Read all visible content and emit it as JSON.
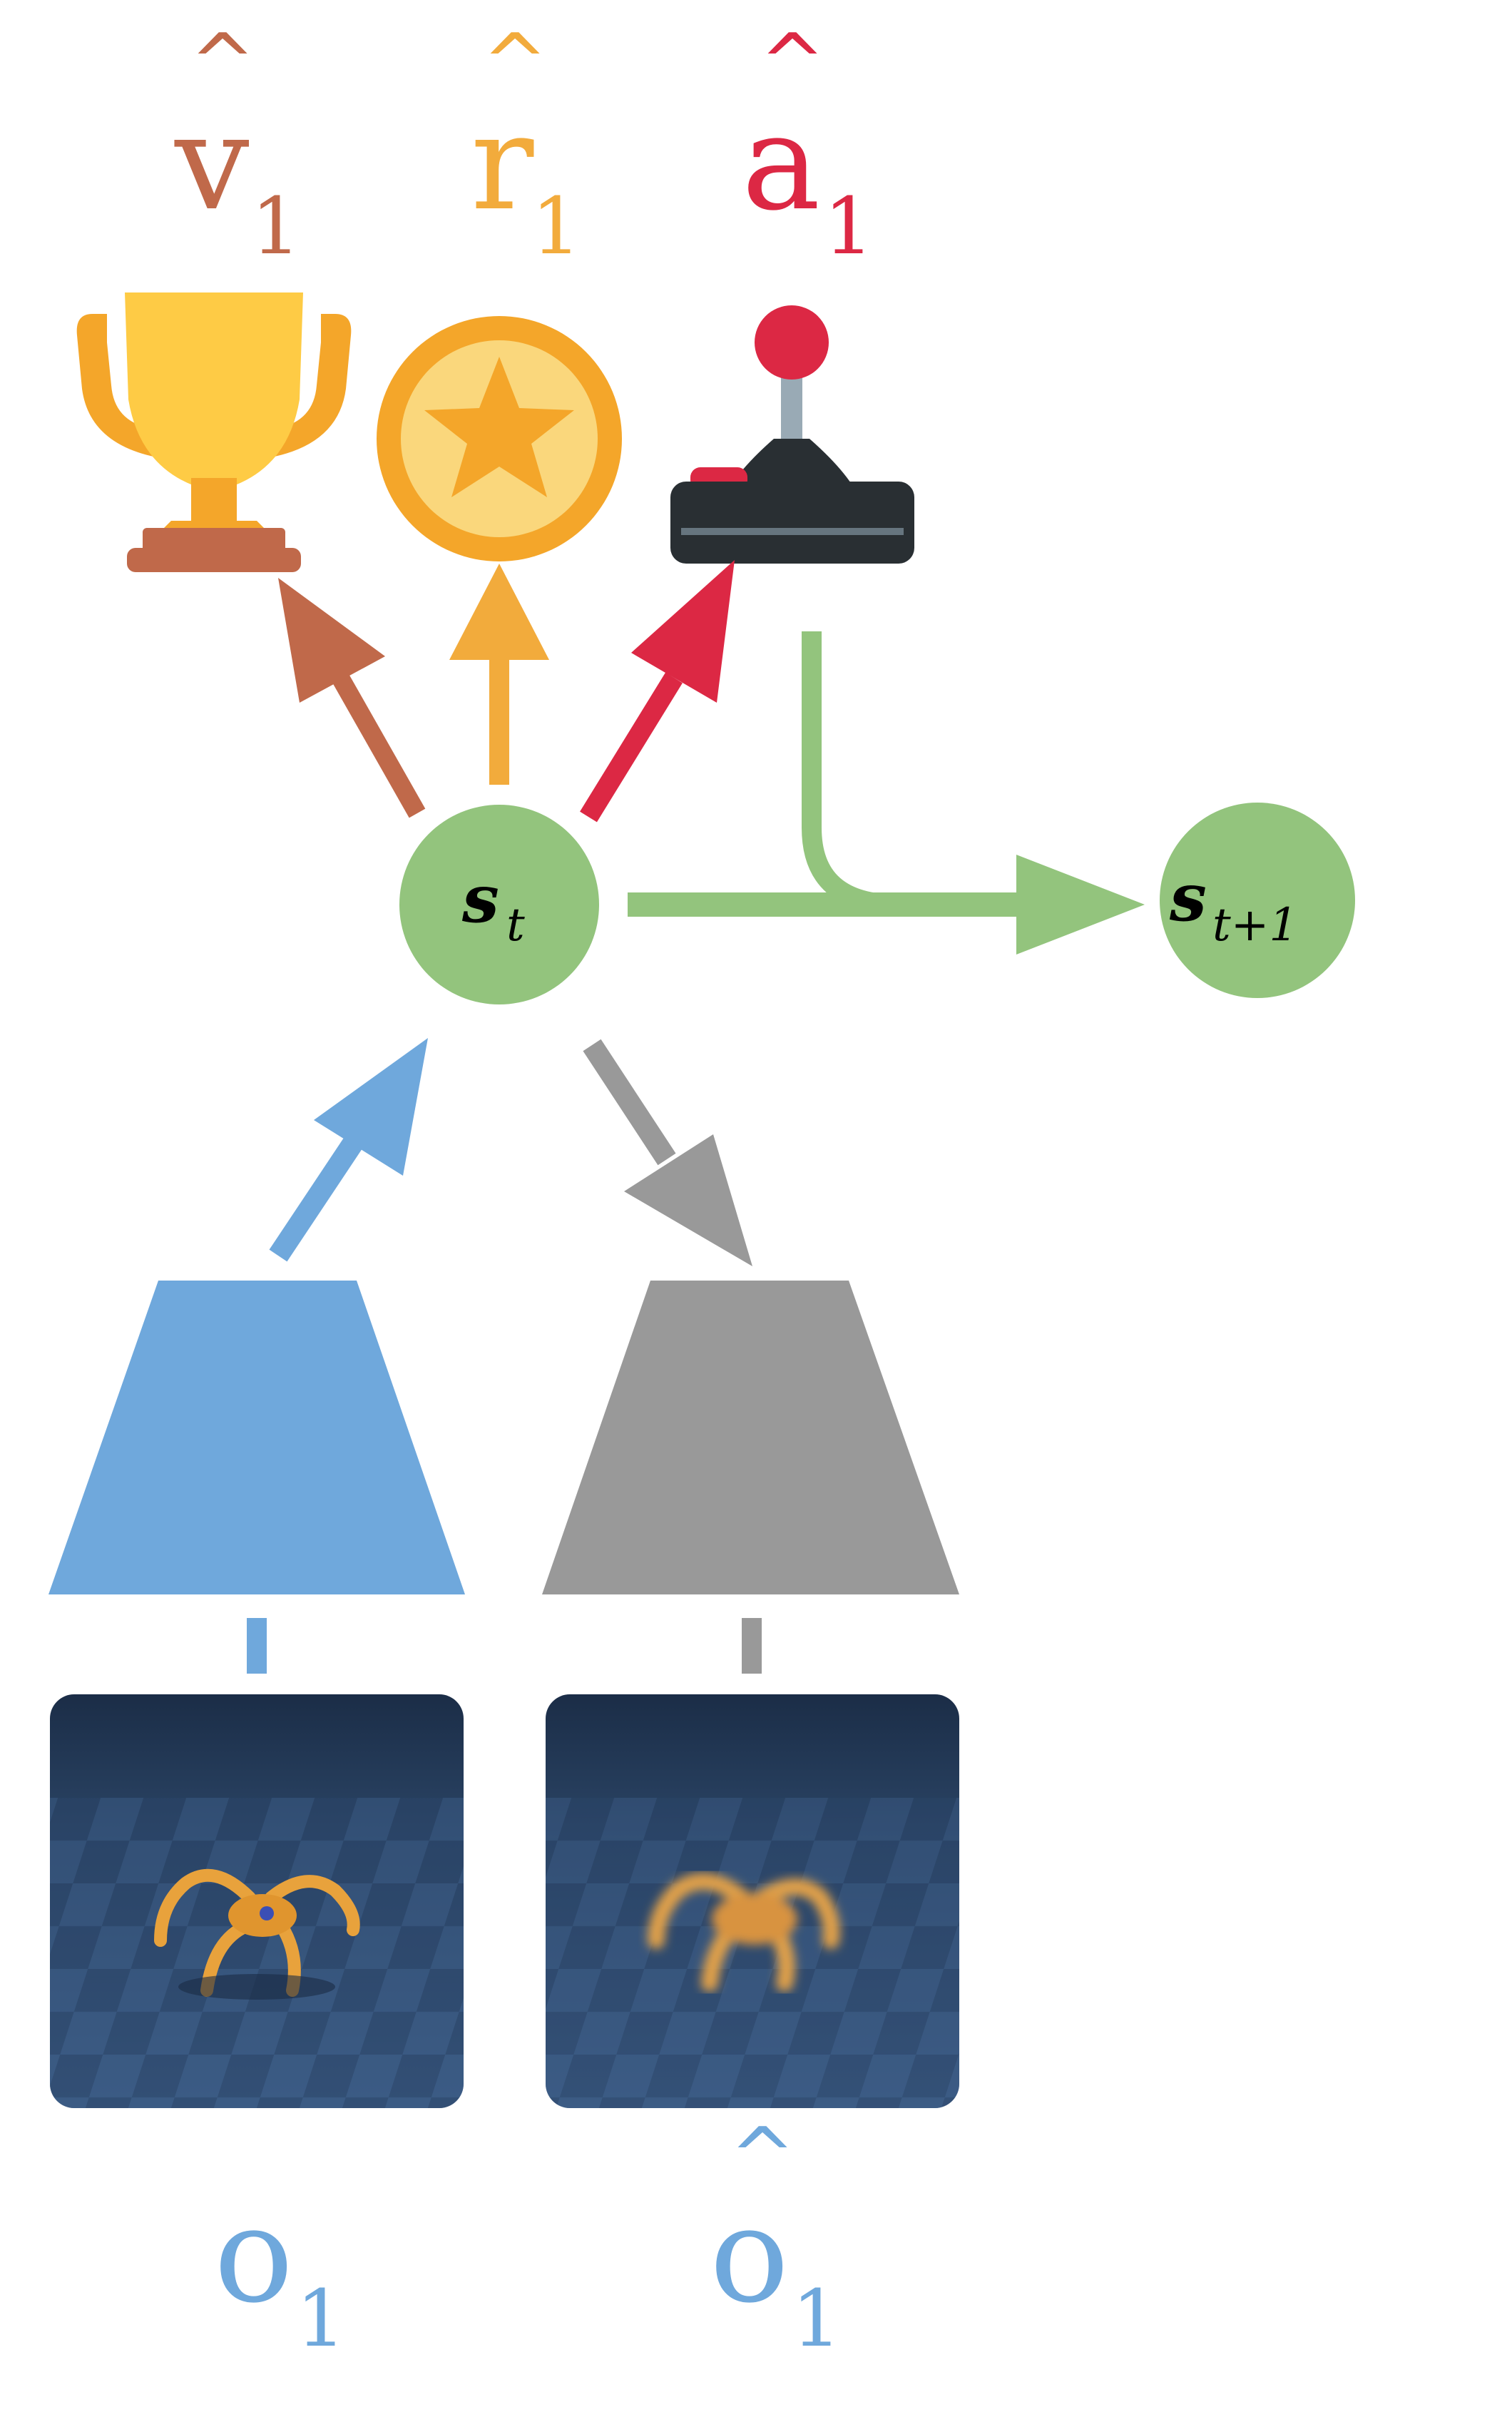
{
  "colors": {
    "value": "#c0694a",
    "reward": "#f2ab3c",
    "action": "#dc2844",
    "state": "#93c47d",
    "encoder": "#6fa8dc",
    "decoder": "#999999",
    "text_dark": "#000000",
    "scene_bg": "#233a58"
  },
  "labels": {
    "value": {
      "base": "v",
      "sub": "1"
    },
    "reward": {
      "base": "r",
      "sub": "1"
    },
    "action": {
      "base": "a",
      "sub": "1"
    },
    "obs": {
      "base": "o",
      "sub": "1"
    },
    "obs_hat": {
      "base": "o",
      "sub": "1"
    },
    "state": {
      "base": "s",
      "sub": "t"
    },
    "next_state": {
      "base": "s",
      "sub": "t+1"
    }
  },
  "icons": {
    "value": "trophy-icon",
    "reward": "medal-icon",
    "action": "joystick-icon"
  },
  "images": {
    "observation": "ant-robot-on-checkerboard",
    "reconstruction": "blurry-ant-robot-on-checkerboard"
  }
}
